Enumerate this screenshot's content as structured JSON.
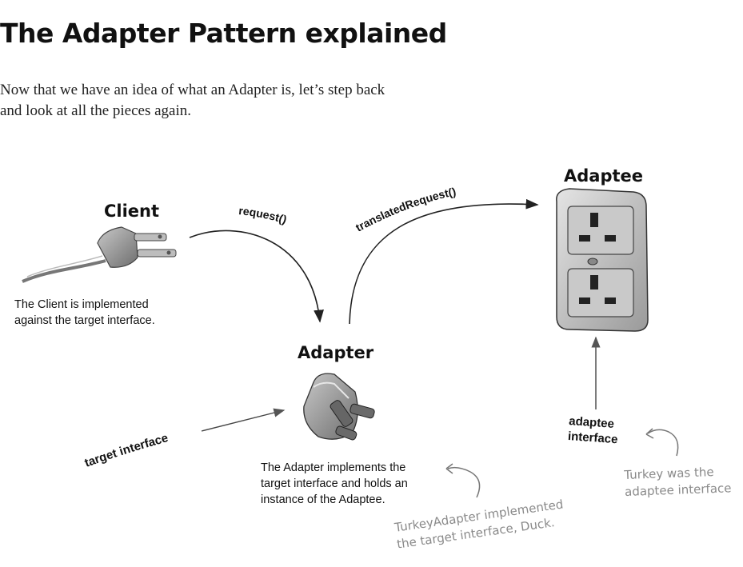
{
  "page": {
    "title": "The Adapter Pattern explained",
    "intro_line1": "Now that we have an idea of what an Adapter is, let’s step back",
    "intro_line2": "and look at all the pieces again."
  },
  "diagram": {
    "client": {
      "label": "Client",
      "caption_line1": "The Client is implemented",
      "caption_line2": "against the target interface."
    },
    "adapter": {
      "label": "Adapter",
      "caption_line1": "The Adapter implements the",
      "caption_line2": "target interface and holds an",
      "caption_line3": "instance of the Adaptee."
    },
    "adaptee": {
      "label": "Adaptee"
    },
    "arrows": {
      "request": "request()",
      "translated_request": "translatedRequest()",
      "target_interface": "target interface",
      "adaptee_interface_line1": "adaptee",
      "adaptee_interface_line2": "interface"
    },
    "notes": {
      "turkey_adapter_line1": "TurkeyAdapter implemented",
      "turkey_adapter_line2": "the target interface, Duck.",
      "turkey_line1": "Turkey was the",
      "turkey_line2": "adaptee interface"
    }
  }
}
